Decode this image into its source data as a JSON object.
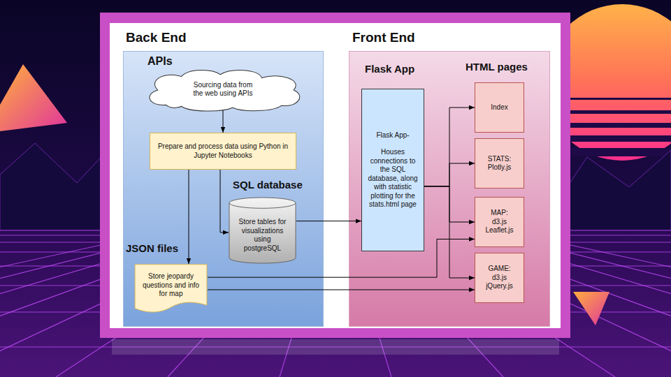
{
  "diagram": {
    "nodes": [
      {
        "text": [
          "Back End"
        ]
      },
      {
        "text": [
          "APIs",
          "Sourcing data from the web using APIs"
        ],
        "in": 0
      },
      {
        "text": [
          "Prepare and process data using Python in Jupyter Notebooks"
        ],
        "in": 0
      },
      {
        "text": [
          "SQL database",
          "Store tables for visualizations using postgreSQL"
        ],
        "in": 0
      },
      {
        "text": [
          "JSON files",
          "Store jeopardy questions and info for map"
        ],
        "in": 0
      },
      {
        "text": [
          "Front End"
        ]
      },
      {
        "text": [
          "Flask App",
          "Flask App-",
          "Houses connections to the SQL database, along with statistic plotting for the stats.html page"
        ],
        "in": 5
      },
      {
        "text": [
          "Index"
        ],
        "in": 5
      },
      {
        "text": [
          "STATS:",
          "Plotly.js"
        ],
        "in": 5
      },
      {
        "text": [
          "MAP:",
          "d3.js",
          "Leaflet.js"
        ],
        "in": 5
      },
      {
        "text": [
          "GAME:",
          "d3.js",
          "jQuery.js"
        ],
        "in": 5
      }
    ],
    "edges": [
      {
        "from": 1,
        "to": 2,
        "arrow": "to"
      },
      {
        "from": 2,
        "to": 4,
        "arrow": "to"
      },
      {
        "from": 2,
        "to": 3,
        "arrow": "to"
      },
      {
        "from": 3,
        "to": 6,
        "arrow": "to"
      },
      {
        "from": 6,
        "to": 7,
        "arrow": "to"
      },
      {
        "from": 6,
        "to": 8,
        "arrow": "to"
      },
      {
        "from": 6,
        "to": 9,
        "arrow": "to"
      },
      {
        "from": 6,
        "to": 10,
        "arrow": "to"
      },
      {
        "from": 4,
        "to": 9,
        "arrow": "to"
      },
      {
        "from": 4,
        "to": 10,
        "arrow": "to"
      }
    ],
    "labels": [
      "HTML pages"
    ]
  }
}
